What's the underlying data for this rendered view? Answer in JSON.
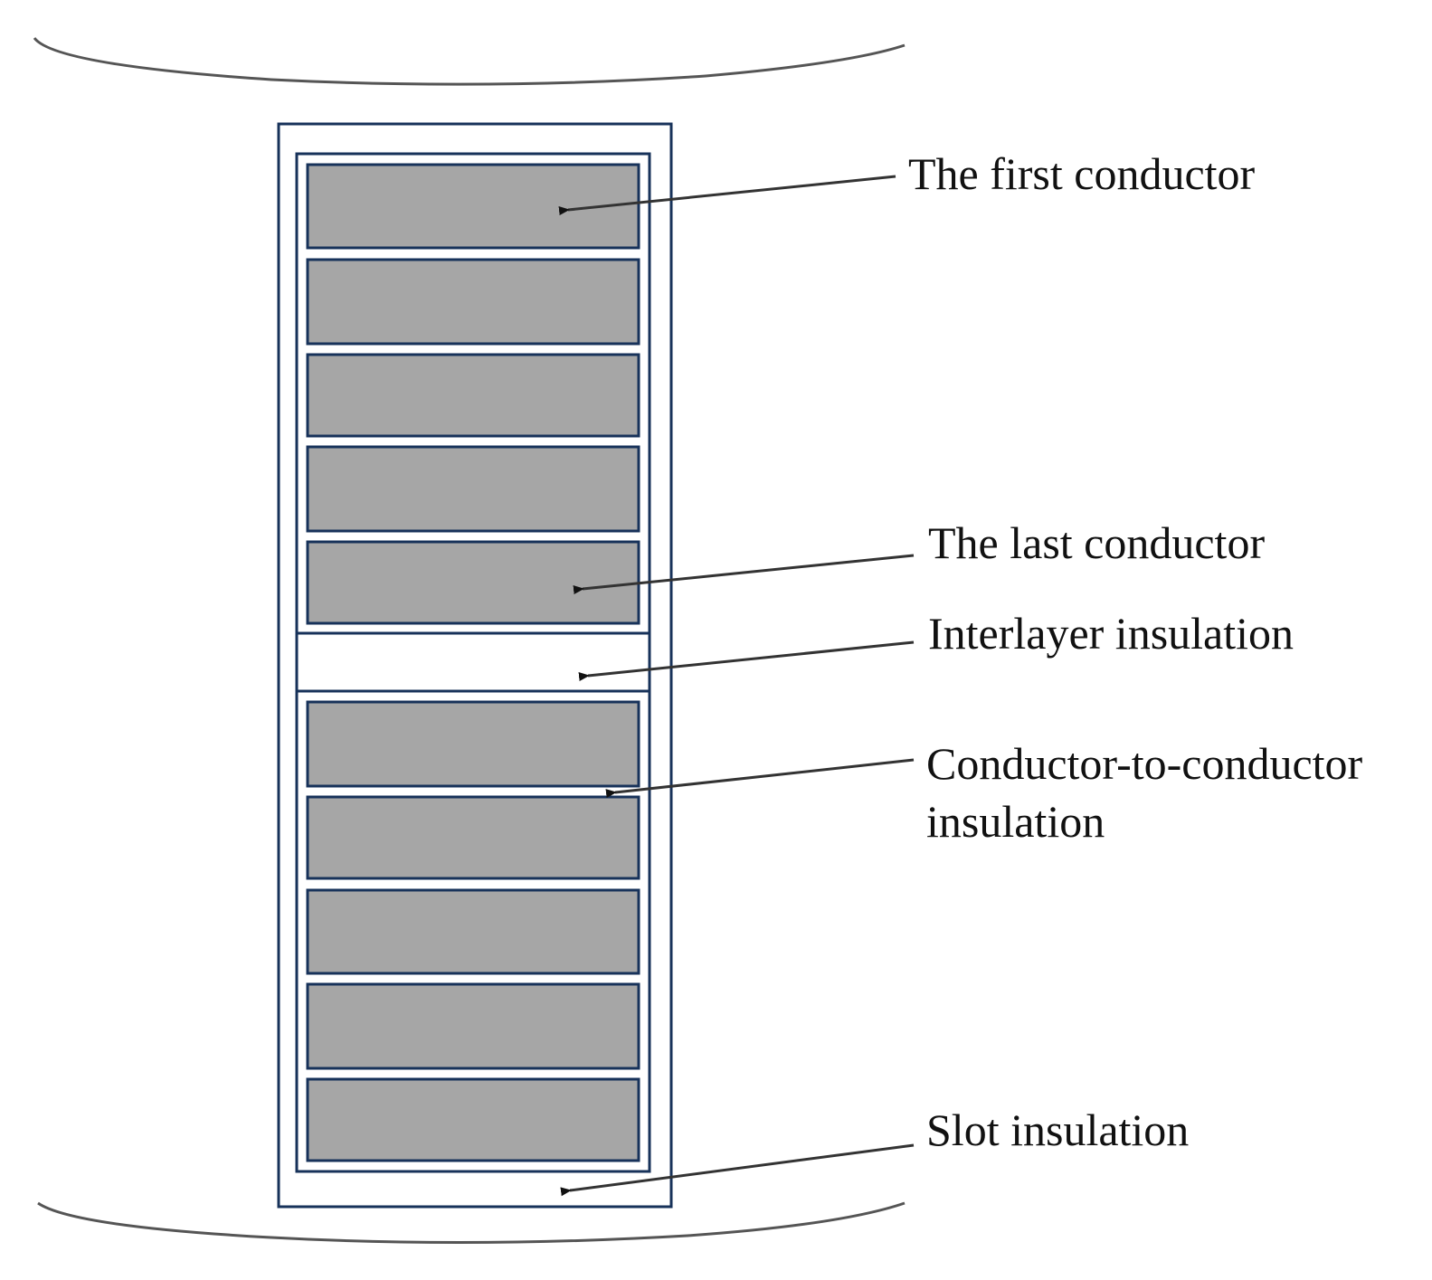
{
  "labels": {
    "first_conductor": "The first conductor",
    "last_conductor": "The last conductor",
    "interlayer_insulation": "Interlayer insulation",
    "conductor_to_conductor_line1": "Conductor-to-conductor",
    "conductor_to_conductor_line2": "insulation",
    "slot_insulation": "Slot insulation"
  },
  "structure": {
    "upper_layer_conductor_count": 5,
    "lower_layer_conductor_count": 5
  },
  "colors": {
    "outline": "#17325a",
    "conductor_fill": "#a6a6a6",
    "leader_line": "#333333",
    "background": "#ffffff"
  }
}
